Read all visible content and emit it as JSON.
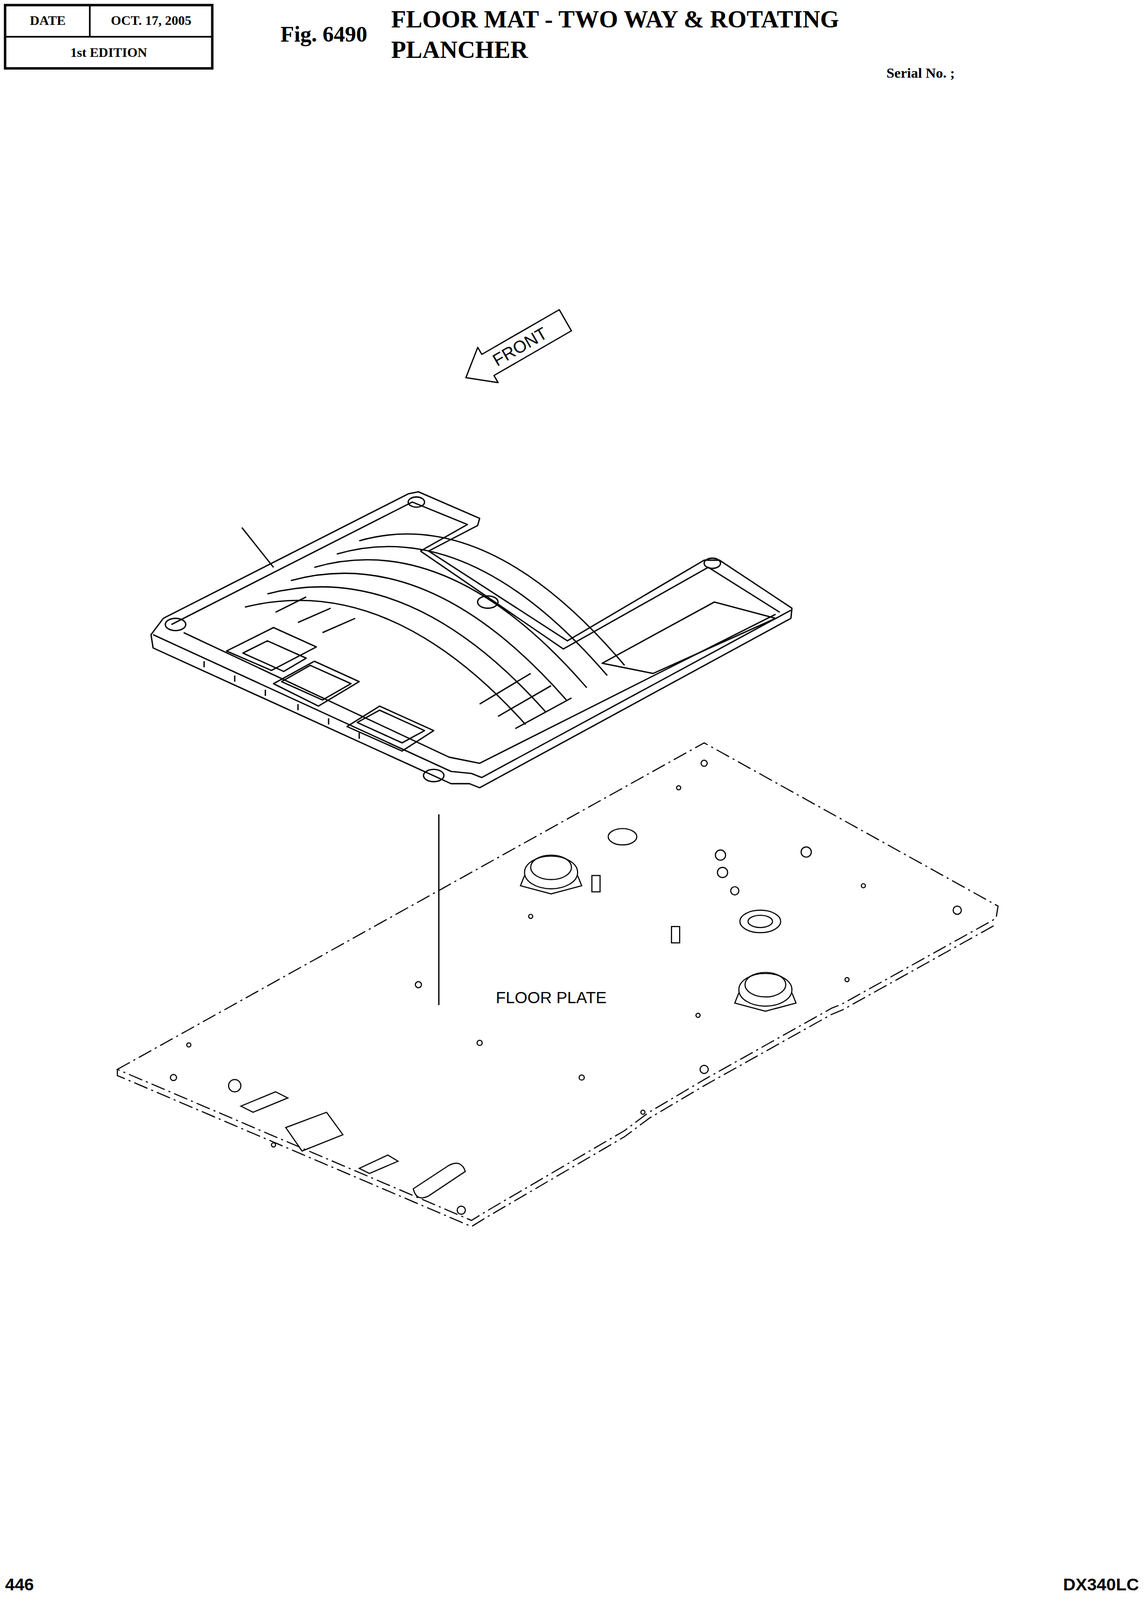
{
  "diagram": {
    "title": "FLOOR MAT - TWO WAY & ROTATING PLANCHER",
    "nodes": [
      {
        "text": [
          "FRONT"
        ]
      }
    ],
    "labels": [
      "DATE",
      "OCT. 17, 2005",
      "1st EDITION",
      "Fig. 6490",
      "Serial No. ;",
      "FLOOR PLATE",
      "446",
      "DX340LC"
    ]
  }
}
